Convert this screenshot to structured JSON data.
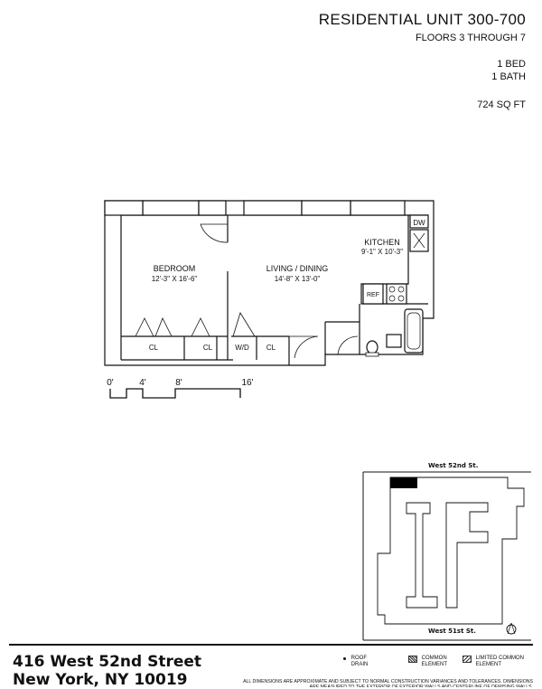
{
  "header": {
    "unit_title": "RESIDENTIAL UNIT 300-700",
    "floors": "FLOORS 3 THROUGH 7",
    "beds": "1 BED",
    "baths": "1 BATH",
    "sqft": "724 SQ FT"
  },
  "rooms": {
    "bedroom": {
      "name": "BEDROOM",
      "dims": "12'-3\" X 16'-6\""
    },
    "living": {
      "name": "LIVING / DINING",
      "dims": "14'-8\" X 13'-0\""
    },
    "kitchen": {
      "name": "KITCHEN",
      "dims": "9'-1\" X 10'-3\""
    },
    "dw": "DW",
    "ref": "REF",
    "wd": "W/D",
    "closet": "CL"
  },
  "scale": {
    "labels": [
      "0'",
      "4'",
      "8'",
      "16'"
    ]
  },
  "site": {
    "street_top": "West 52nd St.",
    "street_bottom": "West 51st St."
  },
  "address": {
    "line1": "416 West 52nd Street",
    "line2": "New York, NY 10019"
  },
  "legend": {
    "roof_drain": "ROOF DRAIN",
    "common": "COMMON ELEMENT",
    "limited": "LIMITED COMMON ELEMENT"
  },
  "note": "ALL DIMENSIONS ARE APPROXIMATE AND SUBJECT TO NORMAL CONSTRUCTION VARIANCES AND TOLERANCES. DIMENSIONS ARE MEASURED TO THE EXTERIOR OF EXTERIOR WALLS AND CENTERLINE OF DEMISING WALLS."
}
